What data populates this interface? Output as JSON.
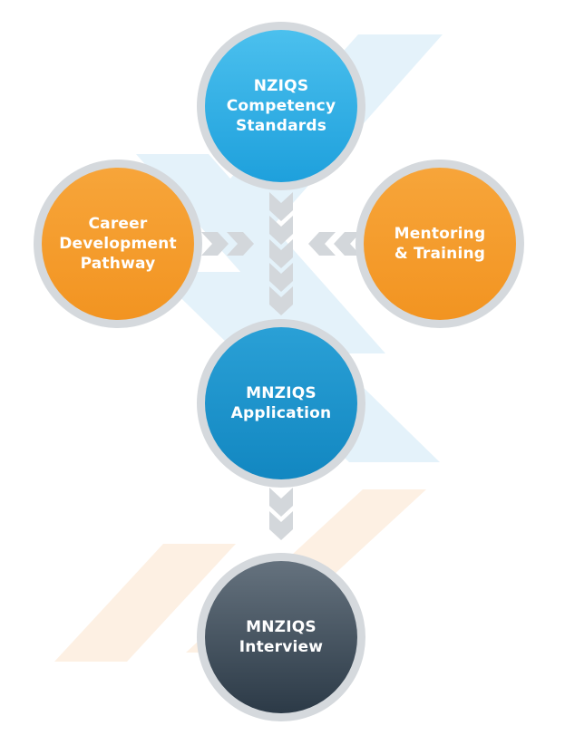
{
  "nodes": {
    "competency": {
      "label": "NZIQS\nCompetency\nStandards",
      "color": "#1ea0dc",
      "color_light": "#4bc0ee"
    },
    "career": {
      "label": "Career\nDevelopment\nPathway",
      "color": "#f29421",
      "color_light": "#f7a53a"
    },
    "mentoring": {
      "label": "Mentoring\n& Training",
      "color": "#f29421",
      "color_light": "#f7a53a"
    },
    "application": {
      "label": "MNZIQS\nApplication",
      "color": "#1287c1",
      "color_light": "#2aa0d6"
    },
    "interview": {
      "label": "MNZIQS\nInterview",
      "color": "#2c3a47",
      "color_light": "#65727e"
    }
  },
  "colors": {
    "ring": "#d5d9dd",
    "chevron": "#d3d7db",
    "watermark_blue": "#e4f2fa",
    "watermark_orange": "#fdf0e3"
  }
}
